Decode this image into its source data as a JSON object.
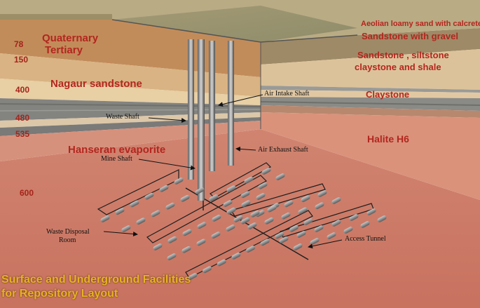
{
  "depth_labels": [
    "78",
    "150",
    "400",
    "480",
    "535",
    "600"
  ],
  "left_strata": {
    "quaternary": "Quaternary",
    "tertiary": "Tertiary",
    "nagaur": "Nagaur sandstone",
    "hanseran": "Hanseran evaporite"
  },
  "right_strata": {
    "aeolian": "Aeolian loamy sand with calcrete",
    "sandstone_gravel": "Sandstone with gravel",
    "sandstone_siltstone_1": "Sandstone , siltstone",
    "sandstone_siltstone_2": "claystone and shale",
    "claystone": "Claystone",
    "halite": "Halite H6"
  },
  "callouts": {
    "air_intake": "Air Intake Shaft",
    "waste_shaft": "Waste Shaft",
    "air_exhaust": "Air Exhaust Shaft",
    "mine_shaft": "Mine Shaft",
    "waste_disposal_1": "Waste Disposal",
    "waste_disposal_2": "Room",
    "access_tunnel": "Access Tunnel"
  },
  "caption": {
    "line1": "Surface and Underground Facilities",
    "line2": "for Repository Layout"
  },
  "colors": {
    "halite_salt": "#d98d74",
    "sandstone": "#e0c29a",
    "claystone_band": "#8a8a88",
    "strata_text": "#b3261e",
    "caption_text": "#e8b321"
  }
}
